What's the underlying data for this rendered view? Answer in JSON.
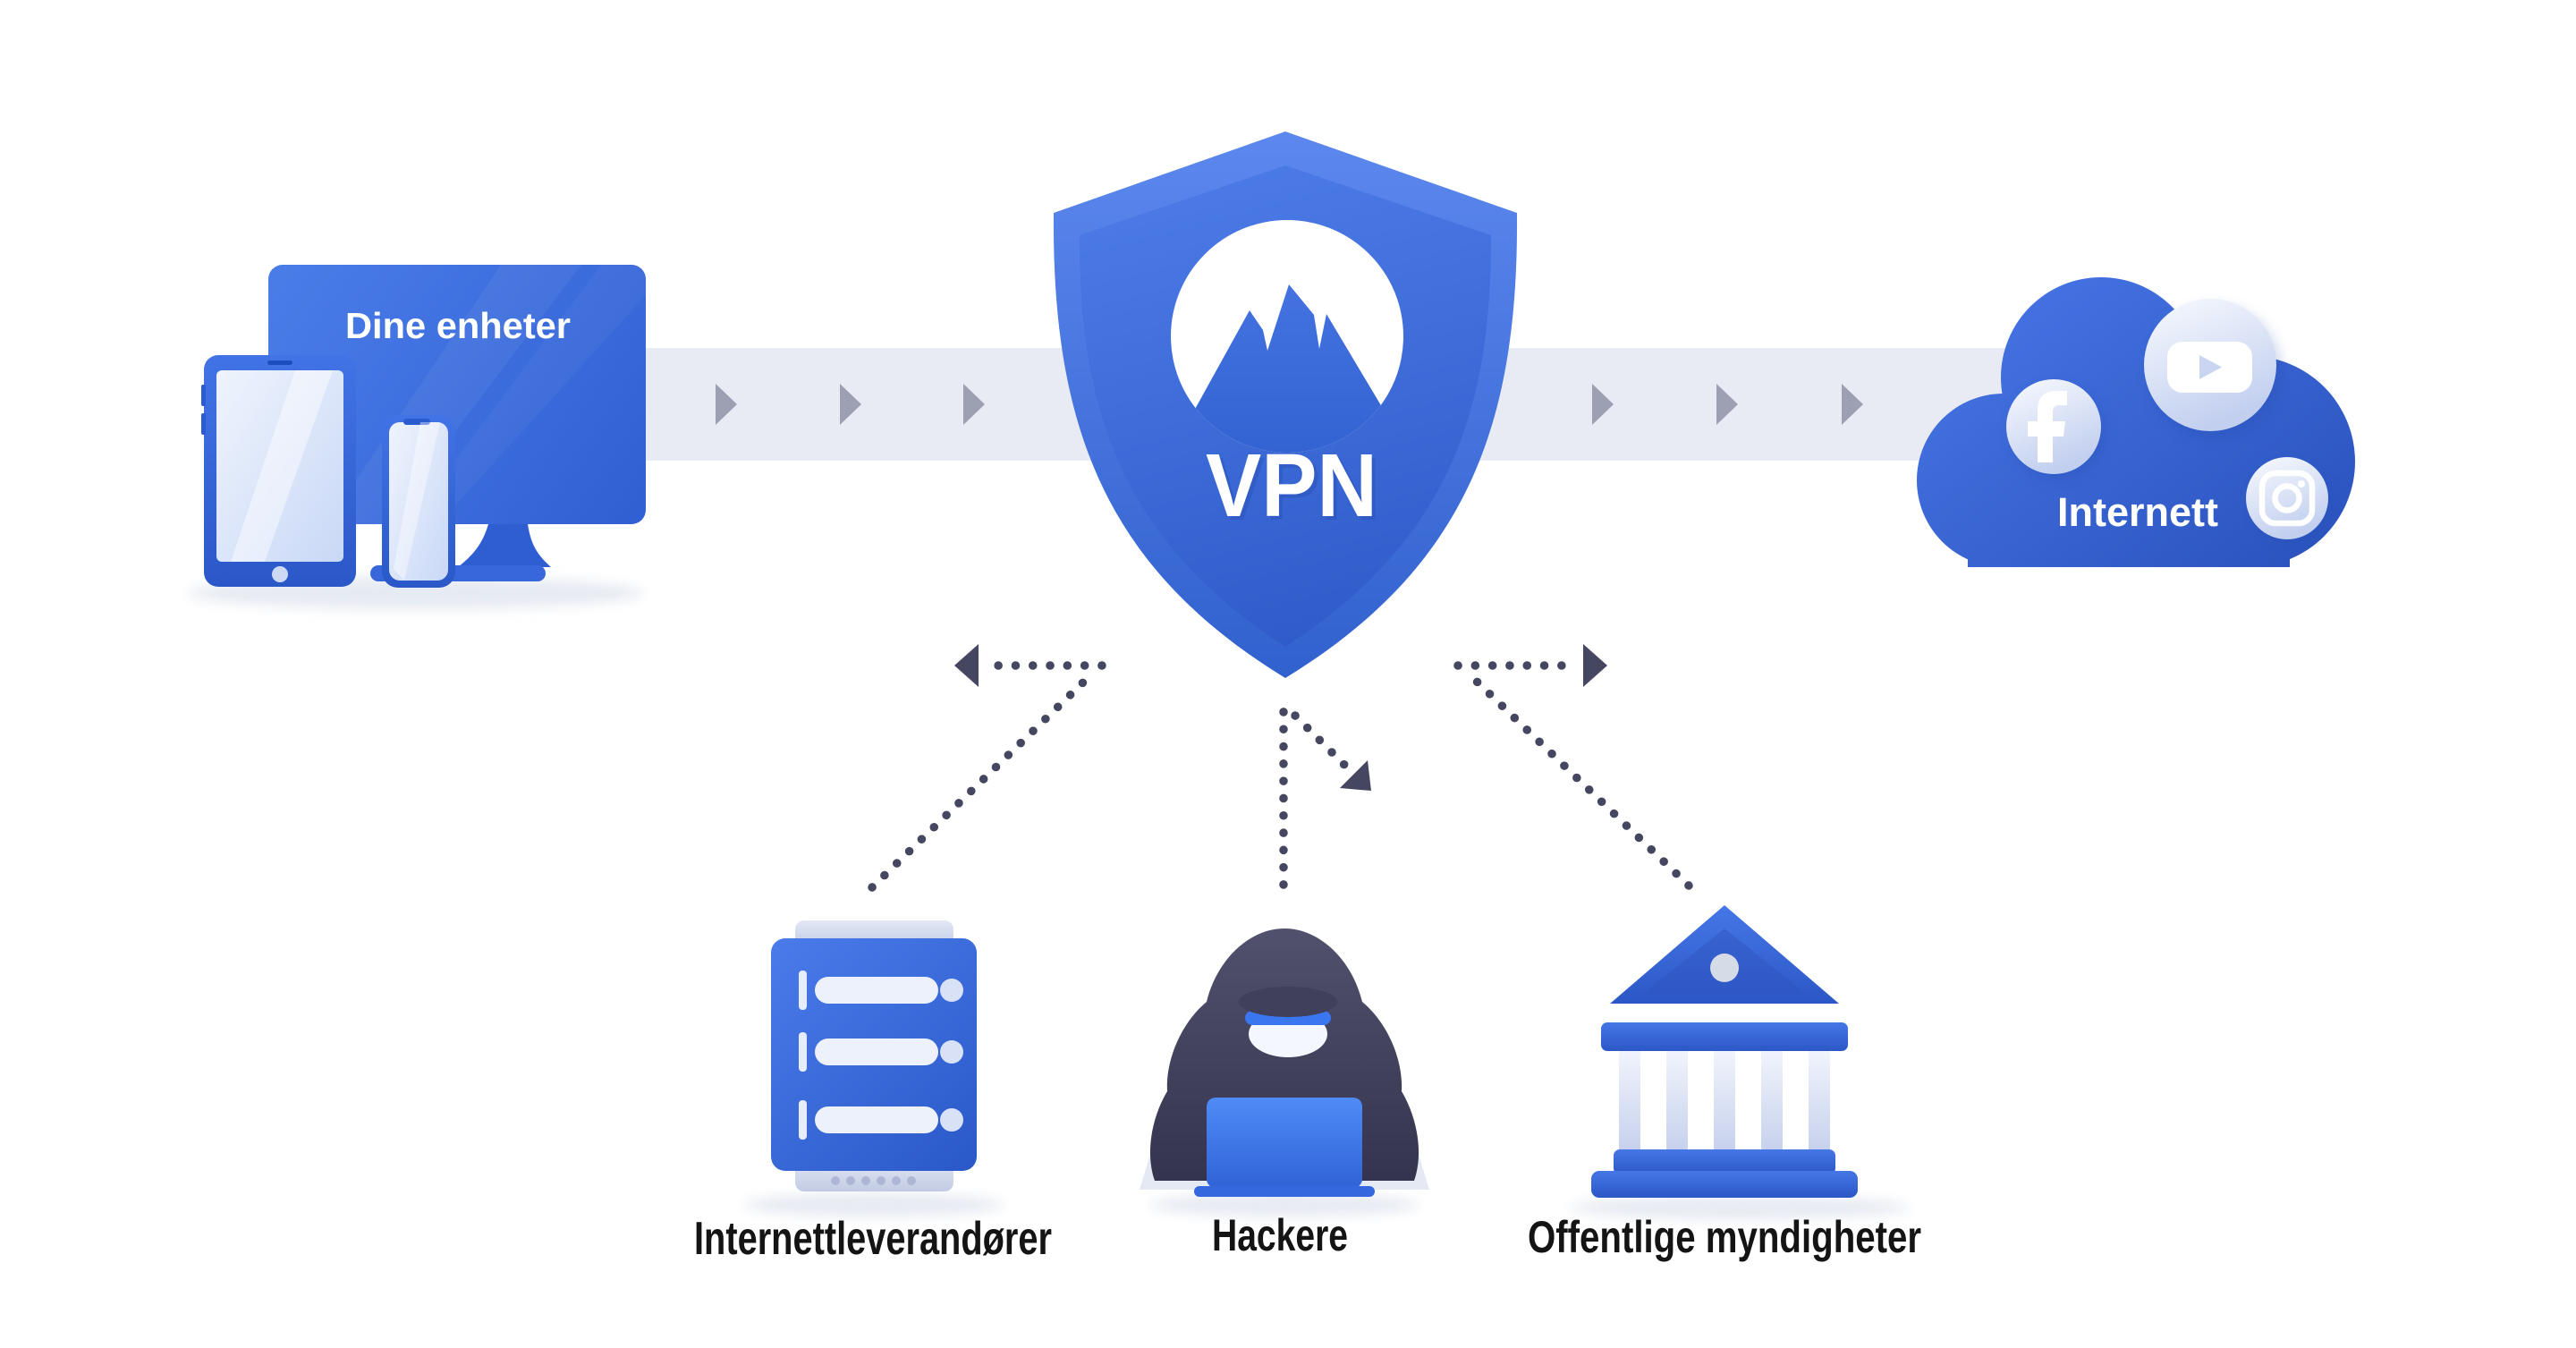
{
  "page": {
    "type": "vpn-protection-infographic",
    "background": "#ffffff"
  },
  "devices": {
    "label": "Dine enheter",
    "icon": "devices-group-icon",
    "items": [
      "desktop-monitor-icon",
      "tablet-icon",
      "smartphone-icon"
    ]
  },
  "vpn": {
    "label": "VPN",
    "icon": "shield-mountain-icon"
  },
  "internet": {
    "label": "Internett",
    "icon": "internet-cloud-icon",
    "services": [
      "facebook-icon",
      "youtube-icon",
      "instagram-icon"
    ]
  },
  "traffic": {
    "band_arrow_icon": "play-arrow-icon",
    "band_arrow_count": 6,
    "dotted_arrow_icon": "dotted-deflected-arrow",
    "dotted_arrow_count": 3
  },
  "threats": {
    "isp": {
      "label": "Internettleverandører",
      "icon": "server-icon"
    },
    "hackers": {
      "label": "Hackere",
      "icon": "hooded-hacker-icon"
    },
    "government": {
      "label": "Offentlige myndigheter",
      "icon": "government-building-icon"
    }
  },
  "colors": {
    "primary_blue": "#3B6CDC",
    "shield_blue_light": "#5C88EE",
    "shield_blue_dark": "#2E5BC9",
    "cloud_blue": "#3766D6",
    "band_gray": "#E9EBF4",
    "band_arrow_gray": "#9CA0B2",
    "dotted_navy": "#45465F",
    "hood_navy": "#41415C",
    "screen_light": "#E9F0FB",
    "label_black": "#141414",
    "white": "#FFFFFF"
  }
}
